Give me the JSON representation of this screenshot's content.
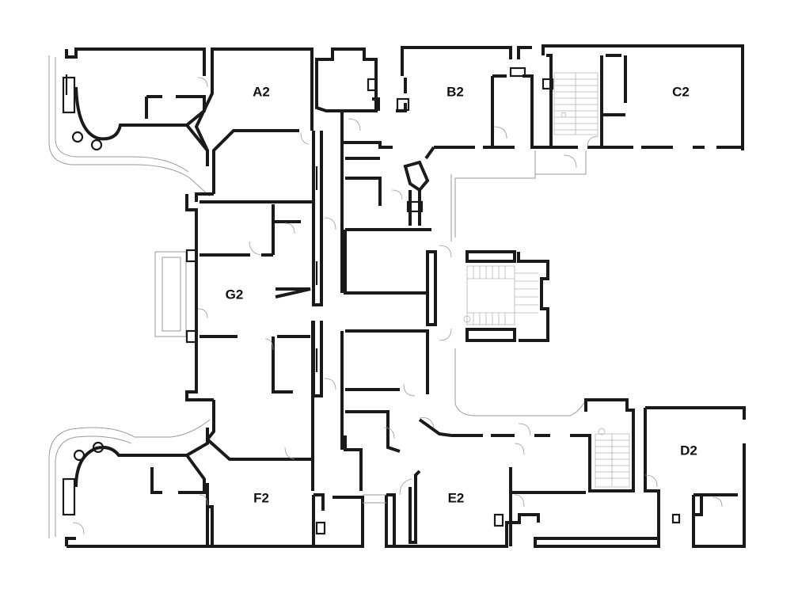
{
  "rooms": [
    {
      "id": "A2",
      "label": "A2"
    },
    {
      "id": "B2",
      "label": "B2"
    },
    {
      "id": "C2",
      "label": "C2"
    },
    {
      "id": "D2",
      "label": "D2"
    },
    {
      "id": "E2",
      "label": "E2"
    },
    {
      "id": "F2",
      "label": "F2"
    },
    {
      "id": "G2",
      "label": "G2"
    }
  ]
}
